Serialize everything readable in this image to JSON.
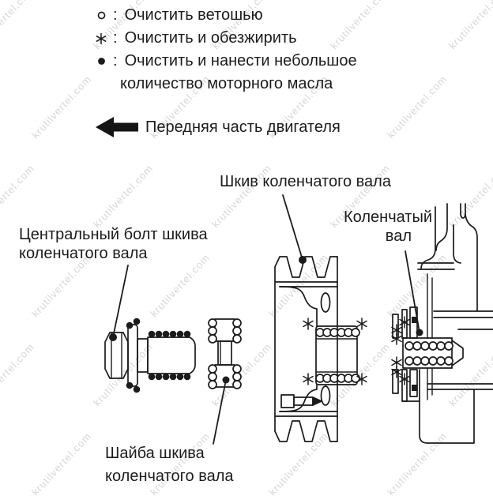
{
  "watermark": {
    "text": "krutilvertel.com",
    "color": "#d7d7d7"
  },
  "legend": {
    "colon": ":",
    "items": [
      {
        "symbol": "open-circle",
        "label": "Очистить ветошью"
      },
      {
        "symbol": "asterisk",
        "label": "Очистить и обезжирить"
      },
      {
        "symbol": "filled-circle",
        "label": "Очистить и нанести небольшое",
        "label_line2": "количество моторного масла"
      }
    ]
  },
  "direction_note": {
    "arrow": "left",
    "label": "Передняя часть двигателя"
  },
  "diagram": {
    "labels": {
      "pulley": "Шкив коленчатого вала",
      "crankshaft_line1": "Коленчатый",
      "crankshaft_line2": "вал",
      "bolt_line1": "Центральный болт шкива",
      "bolt_line2": "коленчатого вала",
      "washer_line1": "Шайба шкива",
      "washer_line2": "коленчатого вала"
    },
    "line_color": "#1b1b1b"
  }
}
